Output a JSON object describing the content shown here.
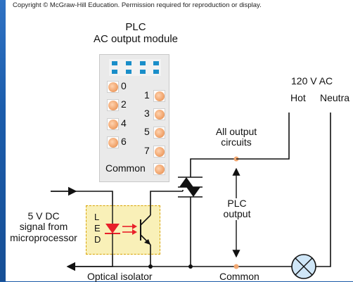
{
  "copyright": "Copyright © McGraw-Hill Education. Permission required for reproduction or display.",
  "module": {
    "title_line1": "PLC",
    "title_line2": "AC output module",
    "left_terminals": [
      "0",
      "2",
      "4",
      "6"
    ],
    "right_terminals": [
      "1",
      "3",
      "5",
      "7"
    ],
    "common_label": "Common"
  },
  "supply": {
    "voltage": "120 V AC",
    "hot": "Hot",
    "neutral": "Neutra"
  },
  "labels": {
    "all_outputs_line1": "All output",
    "all_outputs_line2": "circuits",
    "plc_output_line1": "PLC",
    "plc_output_line2": "output",
    "signal_line1": "5 V DC",
    "signal_line2": "signal from",
    "signal_line3": "microprocessor",
    "led_letters": [
      "L",
      "E",
      "D"
    ],
    "optical_isolator": "Optical isolator",
    "common": "Common"
  },
  "colors": {
    "wire": "#111111",
    "led": "#e8202a",
    "isolator_fill": "#f9f0b8",
    "isolator_border": "#d8a300",
    "terminal_dot": "#f2a872",
    "lamp": "#cfe6f7"
  }
}
